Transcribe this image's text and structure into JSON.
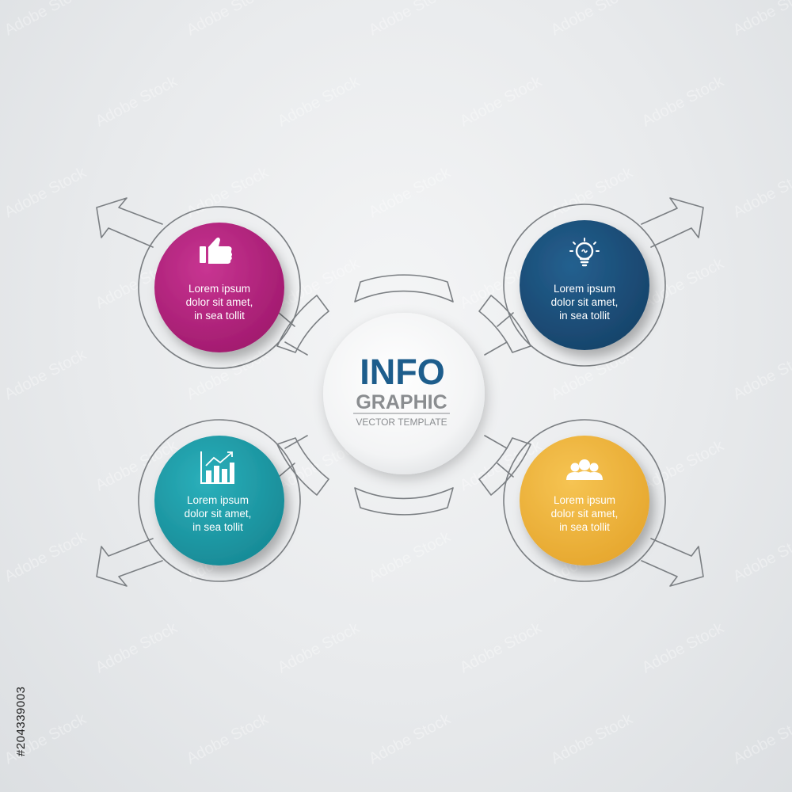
{
  "center": {
    "title": "INFO",
    "subtitle": "GRAPHIC",
    "tagline": "VECTOR TEMPLATE",
    "title_color": "#1d5d8c",
    "subtitle_color": "#8a8d90"
  },
  "nodes": [
    {
      "id": "top-left",
      "lines": [
        "Lorem ipsum",
        "dolor sit amet,",
        "in sea tollit"
      ],
      "icon": "thumbs-up-icon",
      "color": "#b5247f"
    },
    {
      "id": "top-right",
      "lines": [
        "Lorem ipsum",
        "dolor sit amet,",
        "in sea tollit"
      ],
      "icon": "lightbulb-icon",
      "color": "#1c4f7c"
    },
    {
      "id": "bottom-left",
      "lines": [
        "Lorem ipsum",
        "dolor sit amet,",
        "in sea tollit"
      ],
      "icon": "bar-chart-icon",
      "color": "#1d9aa6"
    },
    {
      "id": "bottom-right",
      "lines": [
        "Lorem ipsum",
        "dolor sit amet,",
        "in sea tollit"
      ],
      "icon": "users-icon",
      "color": "#f0b53f"
    }
  ],
  "watermark": {
    "text": "Adobe Stock"
  },
  "stock_id": "#204339003"
}
